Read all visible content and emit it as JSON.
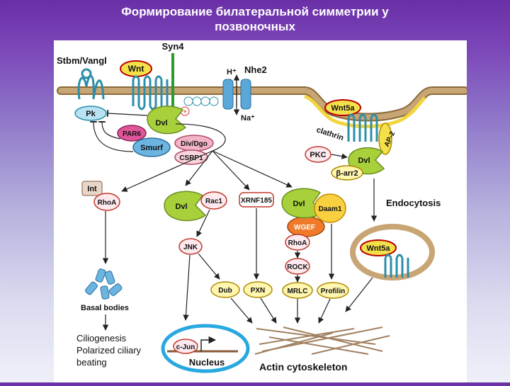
{
  "title": {
    "line1": "Формирование билатеральной симметрии у",
    "line2": "позвоночных"
  },
  "diagram": {
    "labels": {
      "stbm_vangl": "Stbm/Vangl",
      "wnt": "Wnt",
      "syn4": "Syn4",
      "h_plus": "H⁺",
      "nhe2": "Nhe2",
      "na_plus": "Na⁺",
      "pk": "Pk",
      "dvl_top": "Dvl",
      "par6": "PAR6",
      "smurf": "Smurf",
      "div_dgo": "Div/Dgo",
      "csrp1": "CSRP1",
      "wnt5a_top": "Wnt5a",
      "clathrin": "clathrin",
      "ap2": "AP-2",
      "pkc": "PKC",
      "dvl_right": "Dvl",
      "b_arr2": "β-arr2",
      "endocytosis": "Endocytosis",
      "int": "Int",
      "rhoa_left": "RhoA",
      "dvl_mid": "Dvl",
      "rac1": "Rac1",
      "xrnf185": "XRNF185",
      "dvl_daam": "Dvl",
      "daam1": "Daam1",
      "wgef": "WGEF",
      "rhoa_mid": "RhoA",
      "rock": "ROCK",
      "jnk": "JNK",
      "dub": "Dub",
      "pxn": "PXN",
      "mrlc": "MRLC",
      "profilin": "Profilin",
      "wnt5a_vesicle": "Wnt5a",
      "basal_bodies": "Basal bodies",
      "cilio_1": "Ciliogenesis",
      "cilio_2": "Polarized ciliary",
      "cilio_3": "beating",
      "cjun": "c-Jun",
      "nucleus": "Nucleus",
      "actin": "Actin cytoskeleton",
      "plus_sign": "+"
    }
  }
}
